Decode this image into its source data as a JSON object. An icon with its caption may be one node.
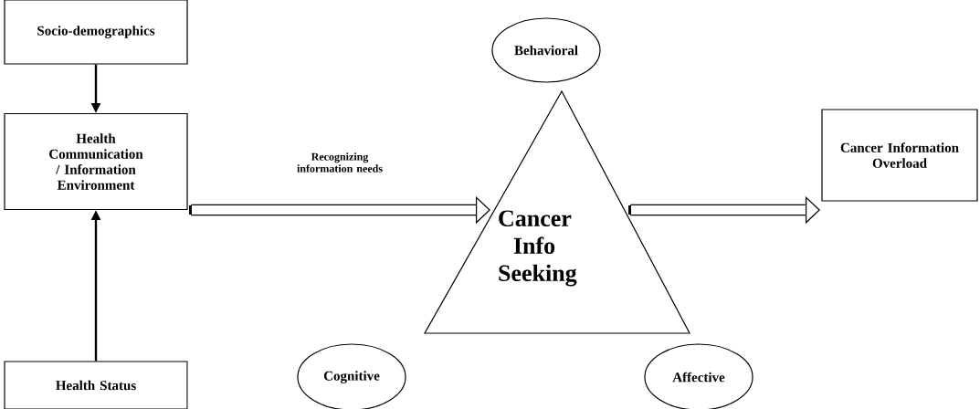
{
  "diagram": {
    "nodes": [
      {
        "text": [
          "Socio-demographics"
        ]
      },
      {
        "text": [
          "Health Communication / Information Environment"
        ]
      },
      {
        "text": [
          "Health Status"
        ]
      },
      {
        "text": [
          "Cancer Info Seeking"
        ]
      },
      {
        "text": [
          "Behavioral"
        ]
      },
      {
        "text": [
          "Cognitive"
        ]
      },
      {
        "text": [
          "Affective"
        ]
      },
      {
        "text": [
          "Cancer Information Overload"
        ]
      }
    ],
    "edges": [
      {
        "from": 0,
        "to": 1,
        "arrow": "to"
      },
      {
        "from": 2,
        "to": 1,
        "arrow": "to"
      },
      {
        "from": 1,
        "to": 3,
        "arrow": "to",
        "label": "Recognizing information needs",
        "style": "thick"
      },
      {
        "from": 3,
        "to": 7,
        "arrow": "to",
        "style": "thick"
      }
    ]
  }
}
